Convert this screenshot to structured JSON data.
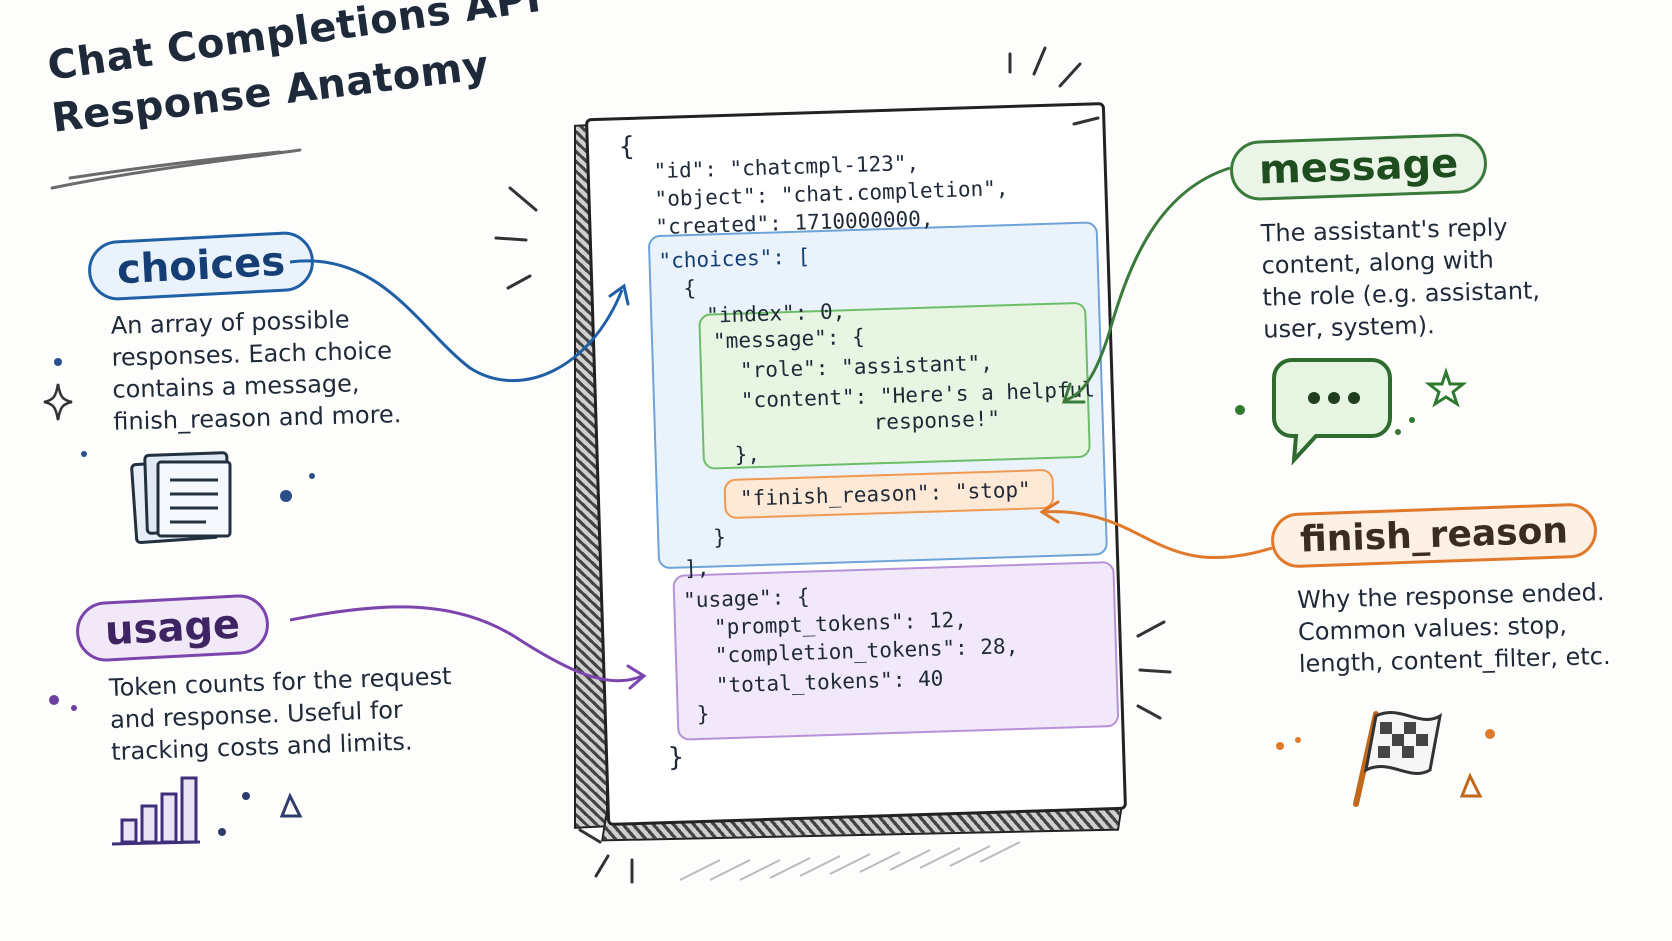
{
  "title": {
    "line1": "Chat Completions API",
    "line2": "Response Anatomy"
  },
  "callouts": {
    "choices": {
      "label": "choices",
      "lines": [
        "An array of possible",
        "responses. Each choice",
        "contains a message,",
        "finish_reason and more."
      ]
    },
    "usage": {
      "label": "usage",
      "lines": [
        "Token counts for the request",
        "and response. Useful for",
        "tracking costs and limits."
      ]
    },
    "message": {
      "label": "message",
      "lines": [
        "The assistant's reply",
        "content, along with",
        "the role (e.g. assistant,",
        "user, system)."
      ]
    },
    "finish_reason": {
      "label": "finish_reason",
      "lines": [
        "Why the response ended.",
        "Common values: stop,",
        "length, content_filter, etc."
      ]
    }
  },
  "json_doc": {
    "open_brace": "{",
    "id_line": "\"id\": \"chatcmpl-123\",",
    "object_line": "\"object\": \"chat.completion\",",
    "created_line": "\"created\": 1710000000,",
    "choices_open": "\"choices\": [",
    "choice_open": "{",
    "index_line": "\"index\": 0,",
    "message_open": "\"message\": {",
    "role_line": "\"role\": \"assistant\",",
    "content_line1": "\"content\": \"Here's a helpful",
    "content_line2": "response!\"",
    "message_close": "},",
    "finish_line": "\"finish_reason\": \"stop\"",
    "choice_close": "}",
    "choices_close": "],",
    "usage_open": "\"usage\": {",
    "prompt_tokens_line": "\"prompt_tokens\": 12,",
    "completion_tokens_line": "\"completion_tokens\": 28,",
    "total_tokens_line": "\"total_tokens\": 40",
    "usage_close": "}",
    "close_brace": "}"
  },
  "icons": [
    "documents-icon",
    "bar-chart-icon",
    "chat-bubble-icon",
    "checkered-flag-icon",
    "sparkle-icon",
    "triangle-icon",
    "star-icon"
  ],
  "colors": {
    "choices": "#1f5fa6",
    "usage": "#7b45ad",
    "message": "#3a7a3a",
    "finish_reason": "#e07a2a",
    "ink": "#1e2a3a"
  }
}
